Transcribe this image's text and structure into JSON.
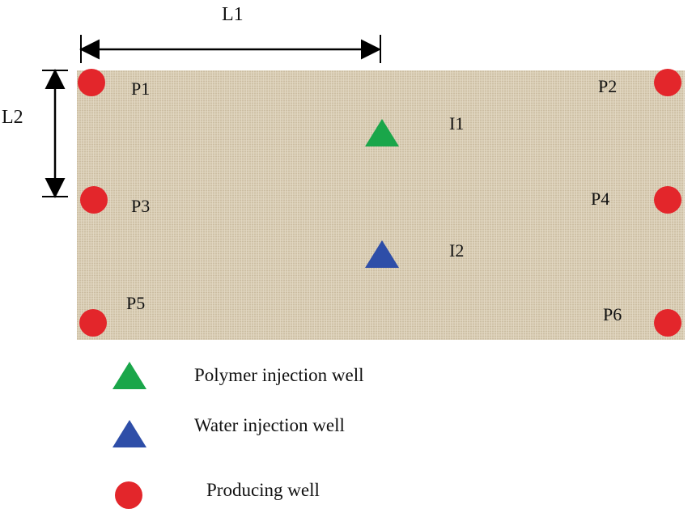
{
  "dimensions": {
    "l1": "L1",
    "l2": "L2"
  },
  "wells": [
    {
      "id": "P1",
      "label": "P1",
      "type": "producing"
    },
    {
      "id": "P2",
      "label": "P2",
      "type": "producing"
    },
    {
      "id": "P3",
      "label": "P3",
      "type": "producing"
    },
    {
      "id": "P4",
      "label": "P4",
      "type": "producing"
    },
    {
      "id": "P5",
      "label": "P5",
      "type": "producing"
    },
    {
      "id": "P6",
      "label": "P6",
      "type": "producing"
    },
    {
      "id": "I1",
      "label": "I1",
      "type": "polymer-injection"
    },
    {
      "id": "I2",
      "label": "I2",
      "type": "water-injection"
    }
  ],
  "legend": [
    {
      "type": "polymer-injection",
      "label": "Polymer injection well",
      "shape": "triangle",
      "color": "#1aa64a"
    },
    {
      "type": "water-injection",
      "label": "Water injection well",
      "shape": "triangle",
      "color": "#2e4ea8"
    },
    {
      "type": "producing",
      "label": "Producing well",
      "shape": "circle",
      "color": "#e3262b"
    }
  ],
  "colors": {
    "reservoir": "#d9cdb5",
    "producing": "#e3262b",
    "polymer": "#1aa64a",
    "water": "#2e4ea8"
  }
}
